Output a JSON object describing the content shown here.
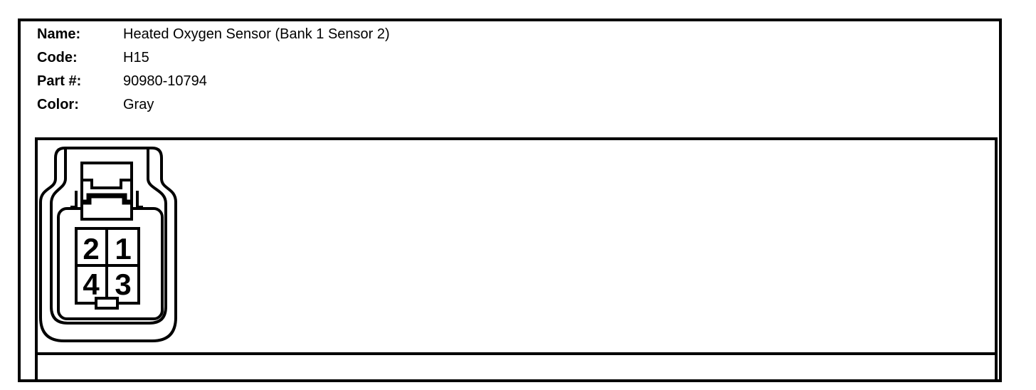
{
  "page": {
    "background": "#ffffff",
    "line_color": "#000000"
  },
  "header": {
    "fields": [
      {
        "label": "Name:",
        "value": "Heated Oxygen Sensor (Bank 1 Sensor 2)"
      },
      {
        "label": "Code:",
        "value": "H15"
      },
      {
        "label": "Part #:",
        "value": "90980-10794"
      },
      {
        "label": "Color:",
        "value": "Gray"
      }
    ]
  },
  "connector": {
    "description": "4-pin connector housing, cavity view",
    "pins": [
      {
        "number": "2",
        "position": "top-left"
      },
      {
        "number": "1",
        "position": "top-right"
      },
      {
        "number": "4",
        "position": "bottom-left"
      },
      {
        "number": "3",
        "position": "bottom-right"
      }
    ]
  }
}
